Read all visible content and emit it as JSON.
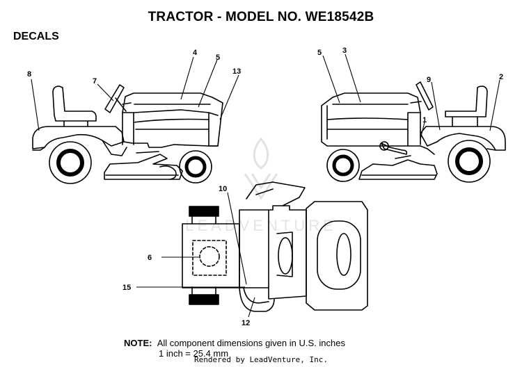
{
  "title": "TRACTOR - MODEL NO. WE18542B",
  "section": "DECALS",
  "callouts": {
    "c1": "1",
    "c2": "2",
    "c3": "3",
    "c4": "4",
    "c5a": "5",
    "c5b": "5",
    "c6": "6",
    "c7": "7",
    "c8": "8",
    "c9": "9",
    "c10": "10",
    "c12": "12",
    "c13": "13",
    "c15": "15"
  },
  "watermark": "LEADVENTURE",
  "note": {
    "label": "NOTE:",
    "line1": "All component dimensions given in U.S. inches",
    "line2": "1 inch = 25.4 mm"
  },
  "footer": "Rendered by LeadVenture, Inc."
}
